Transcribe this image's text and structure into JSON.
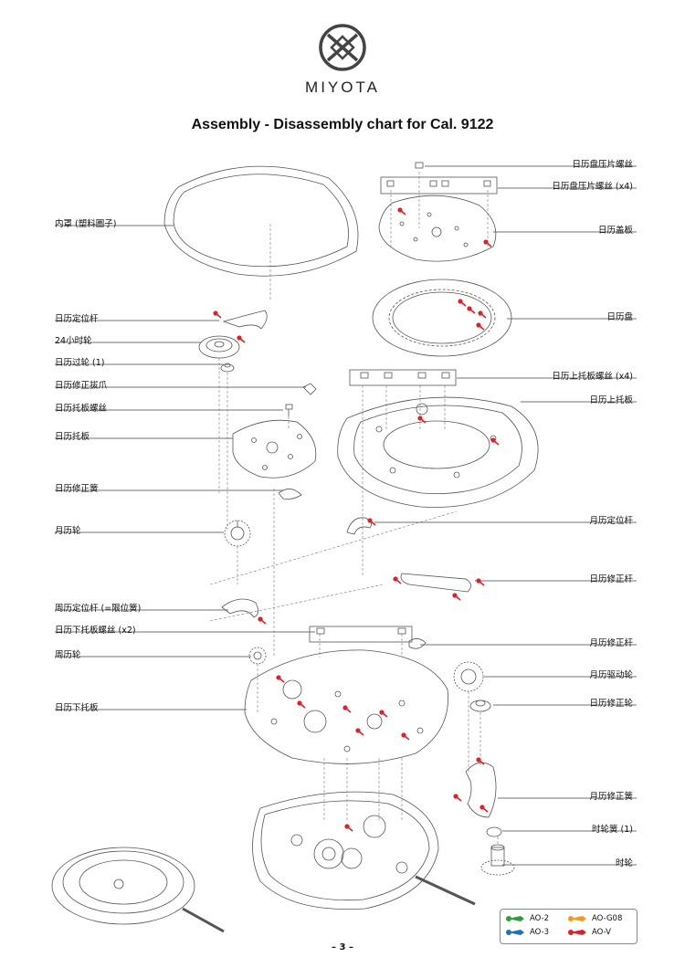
{
  "brand": "MIYOTA",
  "title": "Assembly - Disassembly chart for Cal. 9122",
  "labels_left": [
    "内罩 (塑料圈子)",
    "日历定位杆",
    "24小时轮",
    "日历过轮 (1)",
    "日历修正拔爪",
    "日历托板螺丝",
    "日历托板",
    "日历修正簧",
    "月历轮",
    "周历定位杆 (=限位簧)",
    "日历下托板螺丝 (x2)",
    "周历轮",
    "日历下托板"
  ],
  "labels_right": [
    "日历盘压片螺丝",
    "日历盘压片螺丝 (x4)",
    "日历盖板",
    "日历盘",
    "日历上托板螺丝 (x4)",
    "日历上托板",
    "月历定位杆",
    "日历修正杆",
    "月历修正杆",
    "月历驱动轮",
    "日历修正轮",
    "月历修正簧",
    "时轮簧 (1)",
    "时轮"
  ],
  "legend": [
    {
      "label": "AO-2",
      "color": "#2e9e3e"
    },
    {
      "label": "AO-G08",
      "color": "#f39a1e"
    },
    {
      "label": "AO-3",
      "color": "#1f6fbf"
    },
    {
      "label": "AO-V",
      "color": "#d8232a"
    }
  ],
  "oil_color": "#d8232a",
  "page_number": "– 3 –"
}
